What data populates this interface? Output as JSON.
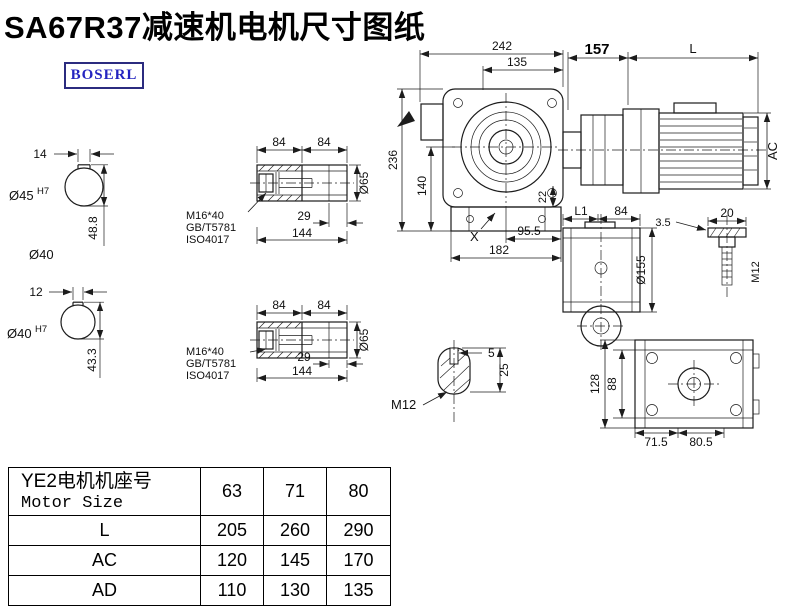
{
  "title": "SA67R37减速机电机尺寸图纸",
  "logo": "BOSERL",
  "labels": {
    "sec1_key_width": "14",
    "sec1_dia": "Ø45",
    "sec1_dia_tol": "H7",
    "sec1_depth": "48.8",
    "shaft_dia": "Ø40",
    "sec2_key_width": "12",
    "sec2_dia": "Ø40",
    "sec2_dia_tol": "H7",
    "sec2_depth": "43.3",
    "sv1_84a": "84",
    "sv1_84b": "84",
    "sv1_bolt": "M16*40",
    "sv1_std1": "GB/T5781",
    "sv1_std2": "ISO4017",
    "sv1_29": "29",
    "sv1_144": "144",
    "sv1_dia": "Ø65",
    "sv2_84a": "84",
    "sv2_84b": "84",
    "sv2_bolt": "M16*40",
    "sv2_std1": "GB/T5781",
    "sv2_std2": "ISO4017",
    "sv2_29": "29",
    "sv2_144": "144",
    "sv2_dia": "Ø65",
    "fv_242": "242",
    "fv_135": "135",
    "fv_157": "157",
    "fv_L": "L",
    "fv_236": "236",
    "fv_140": "140",
    "fv_22": "22",
    "fv_X": "X",
    "fv_955": "95.5",
    "fv_182": "182",
    "motor_AC": "AC",
    "sd_L1": "L1",
    "sd_84": "84",
    "sd_35": "3.5",
    "sd_20": "20",
    "sd_dia155": "Ø155",
    "sd_M12": "M12",
    "kd_5": "5",
    "kd_25": "25",
    "kd_M12": "M12",
    "bv_128": "128",
    "bv_88": "88",
    "bv_715": "71.5",
    "bv_805": "80.5"
  },
  "table": {
    "header_cn": "YE2电机机座号",
    "header_en": "Motor Size",
    "sizes": [
      "63",
      "71",
      "80"
    ],
    "rows": [
      {
        "label": "L",
        "values": [
          "205",
          "260",
          "290"
        ]
      },
      {
        "label": "AC",
        "values": [
          "120",
          "145",
          "170"
        ]
      },
      {
        "label": "AD",
        "values": [
          "110",
          "130",
          "135"
        ]
      }
    ]
  }
}
